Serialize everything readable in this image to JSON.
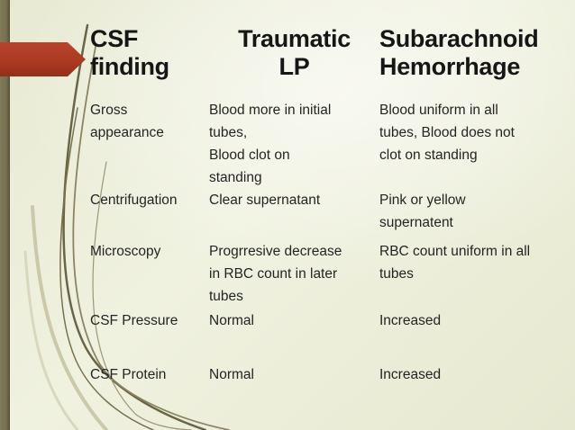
{
  "slide": {
    "type": "presentation-slide",
    "colors": {
      "background": "#edefdb",
      "accent_red": "#ac3a22",
      "left_bar_olive": "#767050",
      "grass_dark": "#6b6547",
      "grass_light": "#cbc9aa",
      "text": "#242424"
    },
    "table": {
      "headers": [
        "CSF\nfinding",
        "Traumatic\nLP",
        "Subarachnoid\nHemorrhage"
      ],
      "rows": [
        {
          "finding": "Gross\nappearance",
          "traumatic_lp": "Blood more in initial\ntubes,\nBlood clot on\nstanding",
          "subarachnoid_hemorrhage": "Blood uniform in all\ntubes, Blood does not\nclot on standing"
        },
        {
          "finding": "Centrifugation",
          "traumatic_lp": "Clear supernatant",
          "subarachnoid_hemorrhage": "Pink or yellow\nsupernatent"
        },
        {
          "finding": "Microscopy",
          "traumatic_lp": "Progrresive decrease\nin RBC count in later\ntubes",
          "subarachnoid_hemorrhage": "RBC count uniform in all\ntubes"
        },
        {
          "finding": "CSF Pressure",
          "traumatic_lp": "Normal",
          "subarachnoid_hemorrhage": "Increased"
        },
        {
          "finding": "CSF Protein",
          "traumatic_lp": "Normal",
          "subarachnoid_hemorrhage": "Increased"
        }
      ]
    }
  }
}
